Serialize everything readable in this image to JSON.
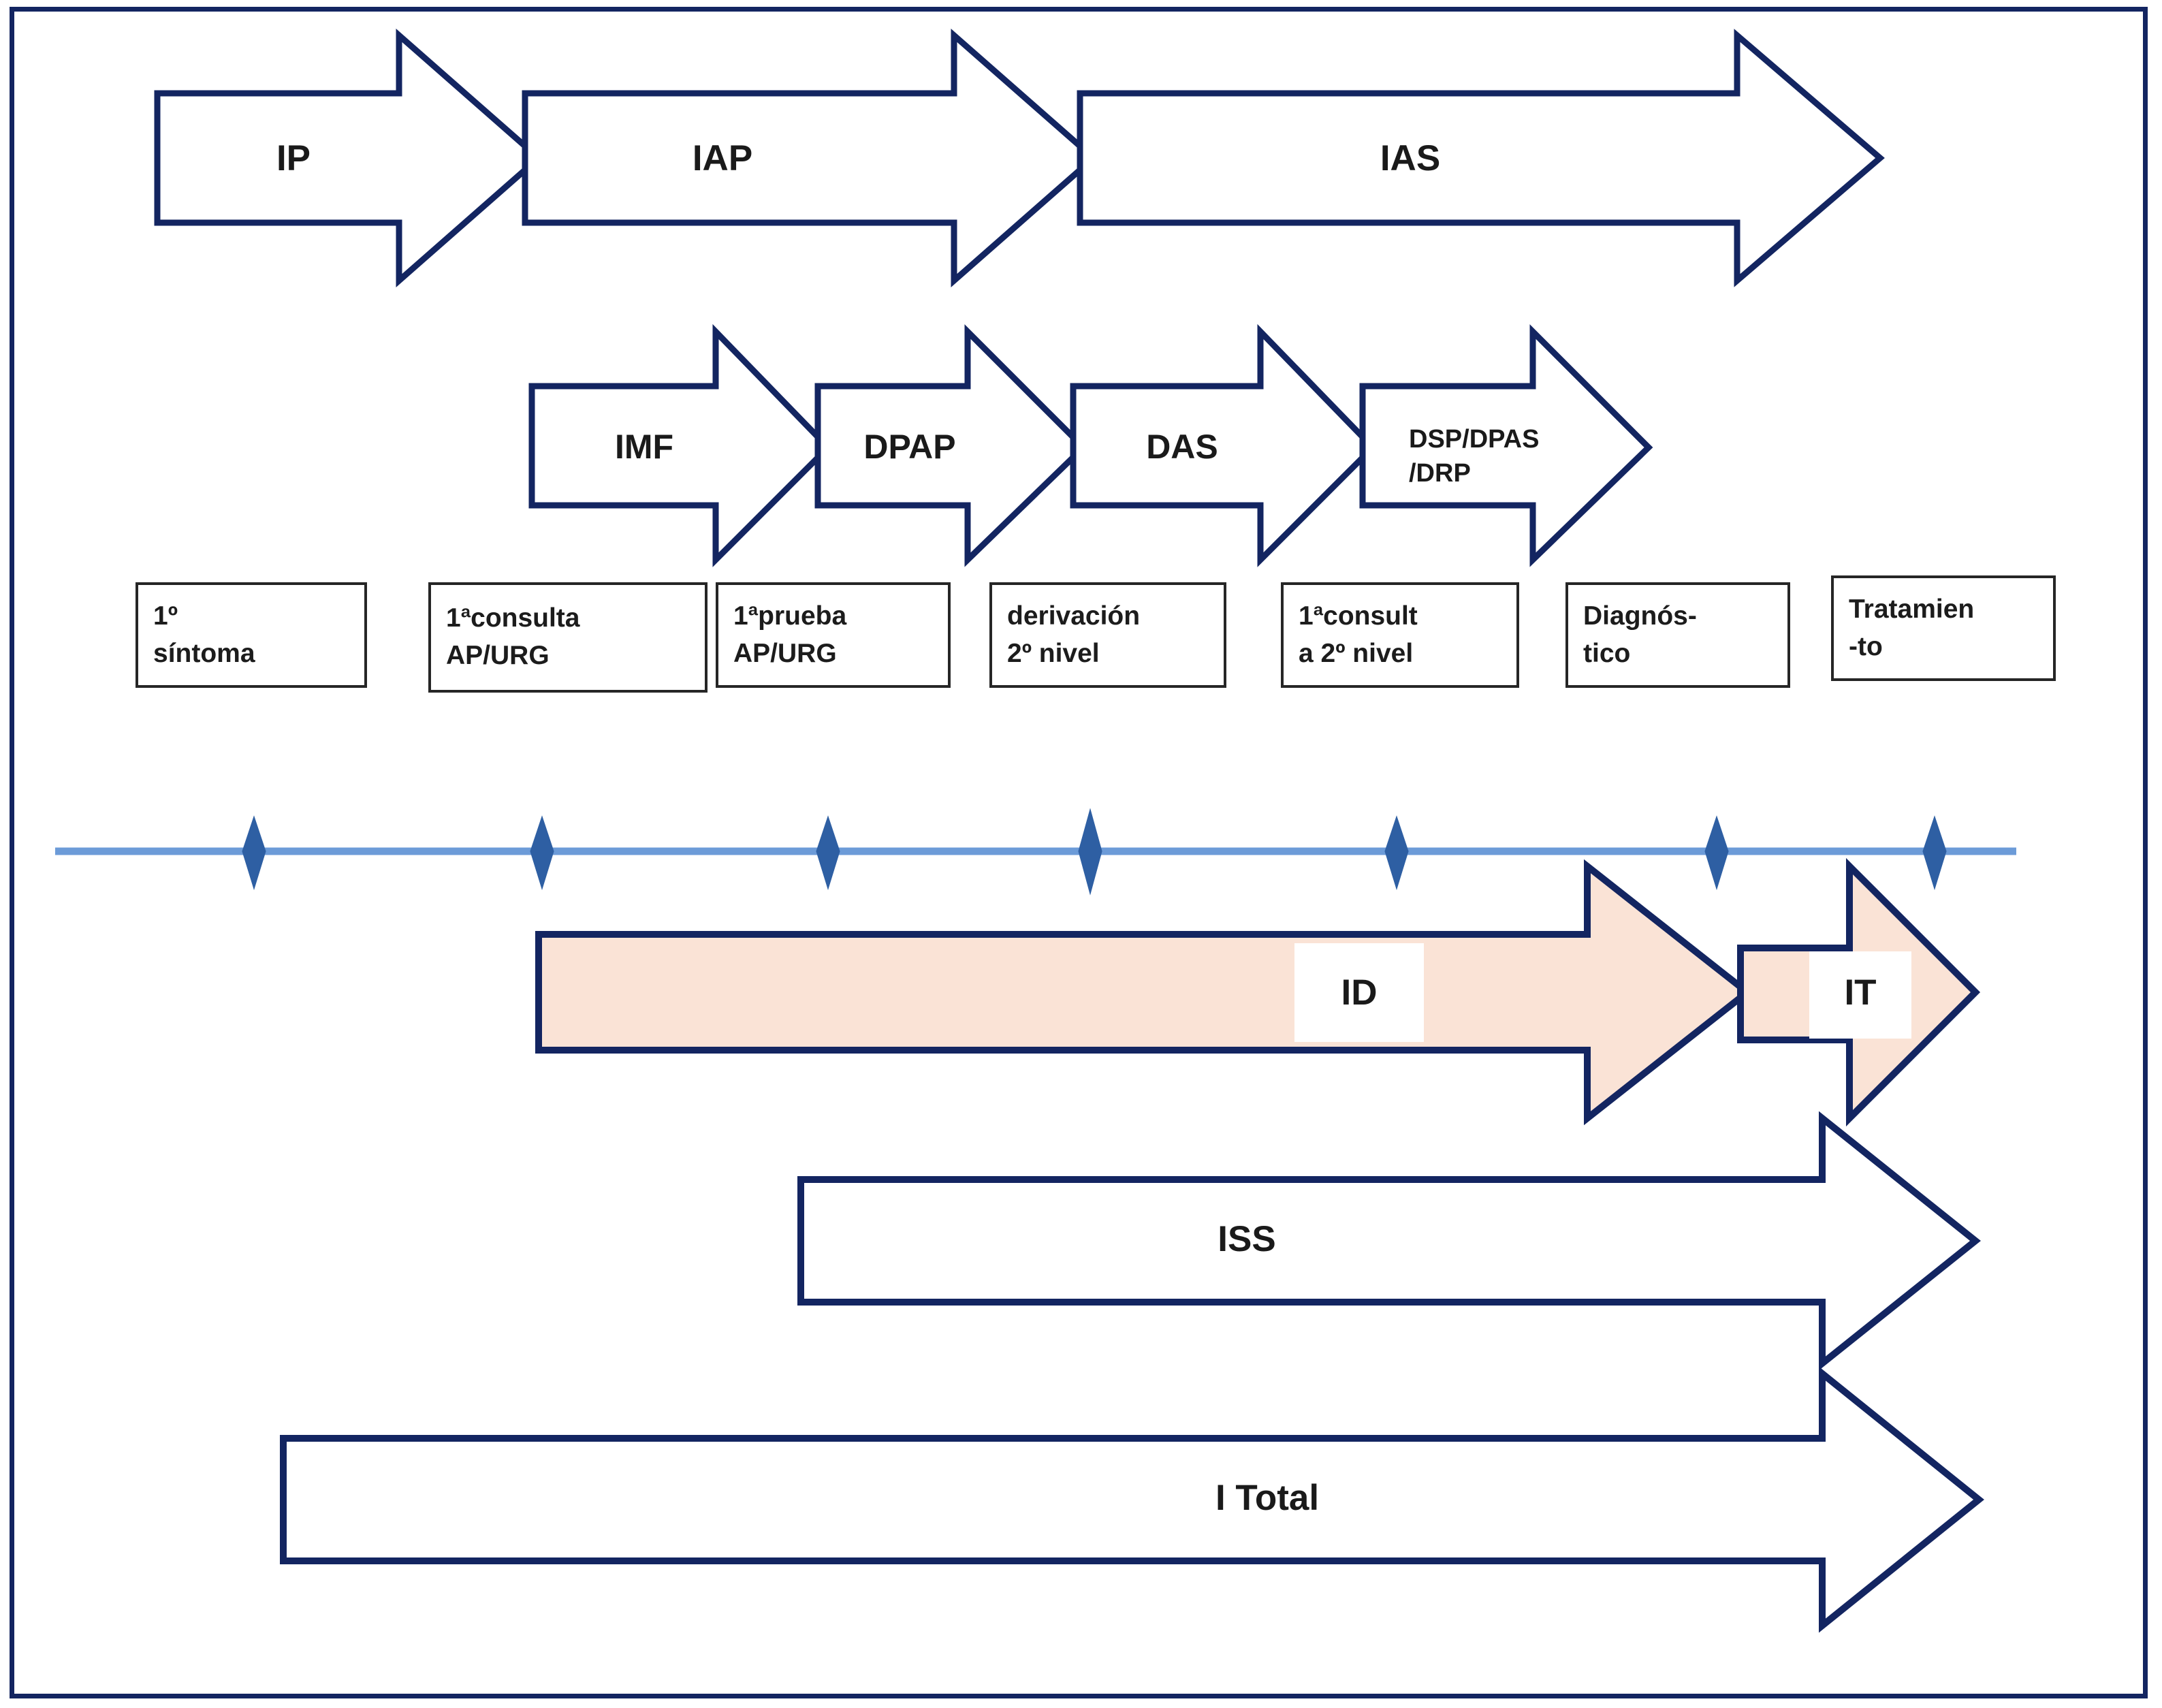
{
  "diagram": {
    "title_text": "",
    "colors": {
      "arrow_stroke": "#132561",
      "arrow_fill_white": "#FFFFFF",
      "arrow_fill_peach": "#FAE3D6",
      "box_stroke": "#262626",
      "timeline_line": "#5B8FD4",
      "marker_fill": "#2E5FA3",
      "frame_border": "#132561",
      "label_text": "#1A1A1A"
    },
    "row_interval_top": [
      {
        "id": "ip",
        "label": "IP"
      },
      {
        "id": "iap",
        "label": "IAP"
      },
      {
        "id": "ias",
        "label": "IAS"
      }
    ],
    "row_interval_mid": [
      {
        "id": "imf",
        "label": "IMF"
      },
      {
        "id": "dpap",
        "label": "DPAP"
      },
      {
        "id": "das",
        "label": "DAS"
      },
      {
        "id": "dsp",
        "label": "DSP/DPAS\n/DRP"
      }
    ],
    "milestone_boxes": [
      {
        "id": "sintoma",
        "label": "1º\nsíntoma"
      },
      {
        "id": "consulta-ap",
        "label": "1ªconsulta\nAP/URG"
      },
      {
        "id": "prueba-ap",
        "label": "1ªprueba\nAP/URG"
      },
      {
        "id": "derivacion",
        "label": "derivación\n2º nivel"
      },
      {
        "id": "consulta-2n",
        "label": "1ªconsult\na 2º nivel"
      },
      {
        "id": "diagnostico",
        "label": "Diagnós-\ntico"
      },
      {
        "id": "tratamiento",
        "label": "Tratamien\n-to"
      }
    ],
    "timeline": {
      "marker_count": 7,
      "marker_shape": "diamond"
    },
    "row_interval_bottom": [
      {
        "id": "id",
        "label": "ID",
        "fill": "peach"
      },
      {
        "id": "it",
        "label": "IT",
        "fill": "peach"
      },
      {
        "id": "iss",
        "label": "ISS",
        "fill": "white"
      },
      {
        "id": "itotal",
        "label": "I Total",
        "fill": "white"
      }
    ]
  }
}
